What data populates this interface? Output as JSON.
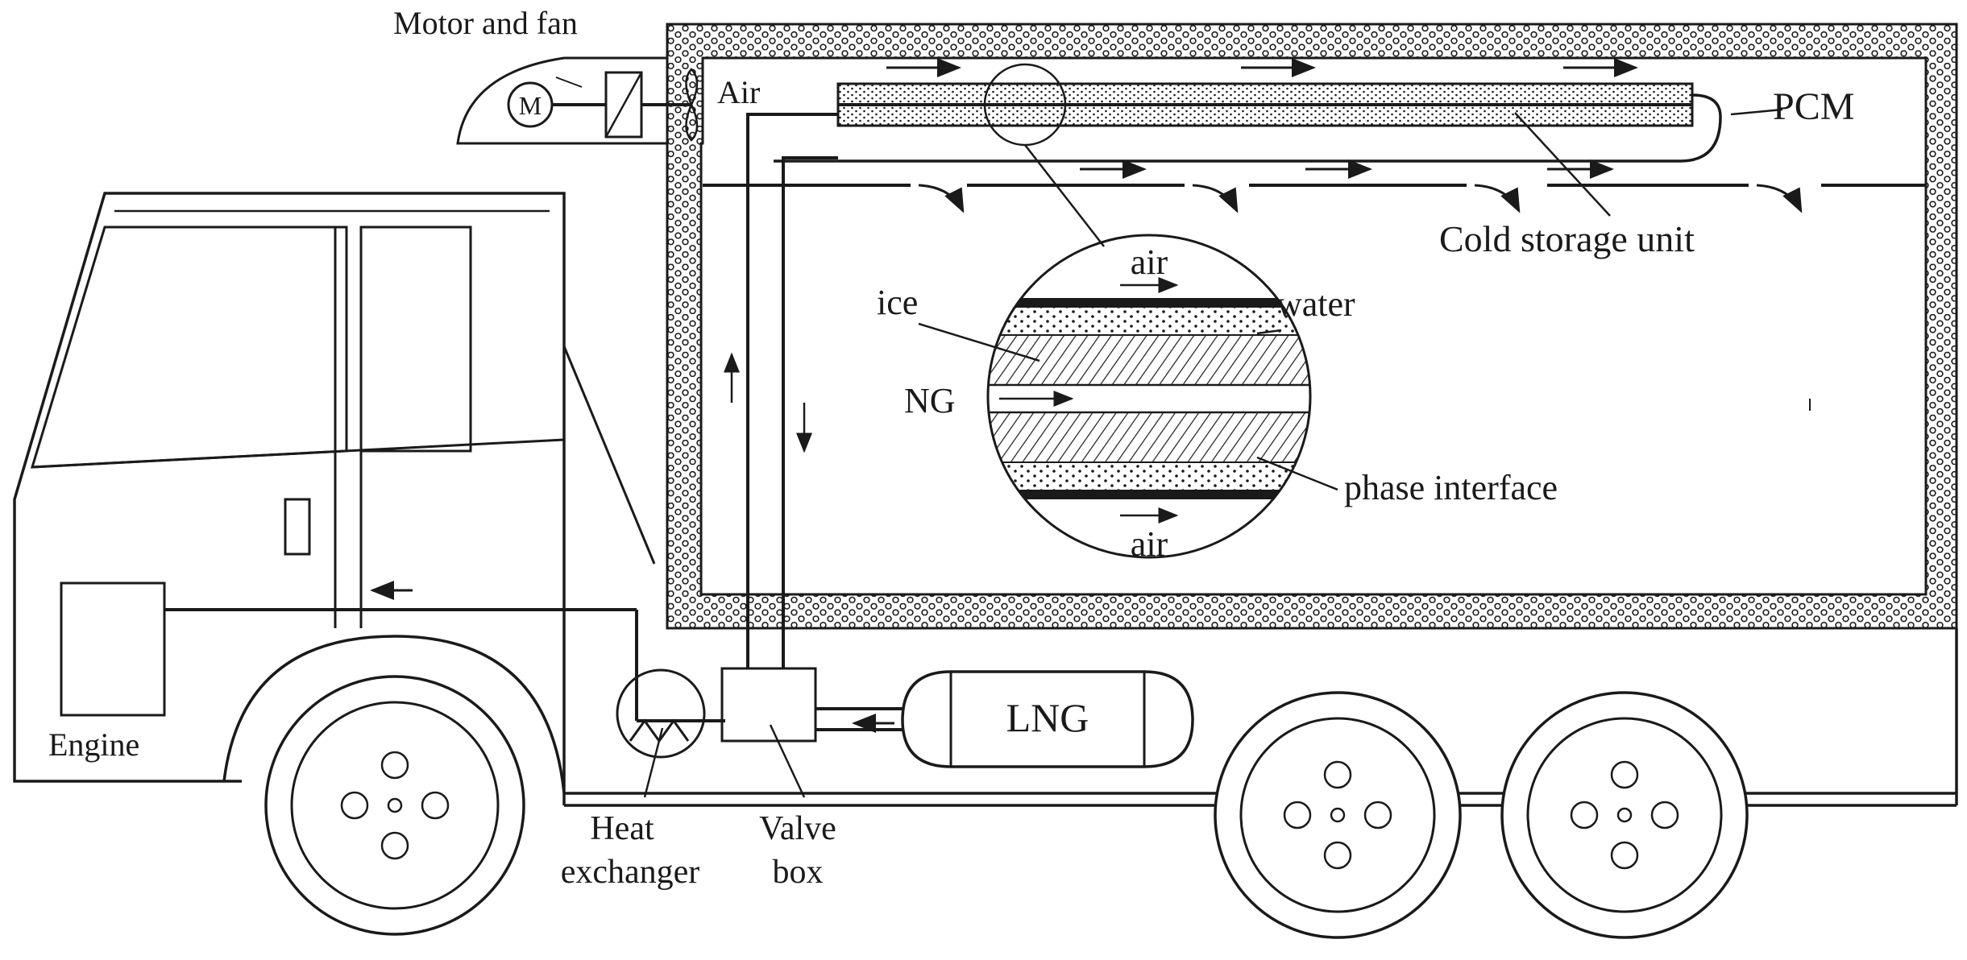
{
  "labels": {
    "motor_and_fan": "Motor and fan",
    "motor_symbol": "M",
    "air_inlet": "Air",
    "pcm": "PCM",
    "cold_storage_unit": "Cold storage unit",
    "ice": "ice",
    "water": "water",
    "ng": "NG",
    "air_top": "air",
    "air_bottom": "air",
    "phase_interface": "phase interface",
    "engine": "Engine",
    "lng": "LNG",
    "heat_exchanger_line1": "Heat",
    "heat_exchanger_line2": "exchanger",
    "valve_box_line1": "Valve",
    "valve_box_line2": "box"
  },
  "colors": {
    "line": "#1a1a1a",
    "background": "#ffffff"
  }
}
